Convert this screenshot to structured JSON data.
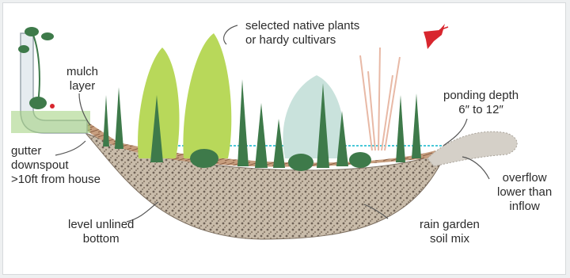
{
  "labels": {
    "plants": [
      "selected native plants",
      "or hardy cultivars"
    ],
    "mulch": [
      "mulch",
      "layer"
    ],
    "ponding": [
      "ponding depth",
      "6″ to 12″"
    ],
    "gutter": [
      "gutter",
      "downspout",
      ">10ft from house"
    ],
    "overflow": [
      "overflow",
      "lower than",
      "inflow"
    ],
    "bottom": [
      "level unlined",
      "bottom"
    ],
    "soil": [
      "rain garden",
      "soil mix"
    ]
  },
  "icons": {
    "bird": "hummingbird-icon",
    "downspout": "downspout-icon"
  },
  "colors": {
    "water": "#49c8d8",
    "soil": "#b8a48e",
    "mulch": "#b88a6a",
    "plant_dark": "#3e7a4a",
    "plant_light": "#b8d85a",
    "grass": "#9fcf7a",
    "bird": "#d8262e"
  }
}
